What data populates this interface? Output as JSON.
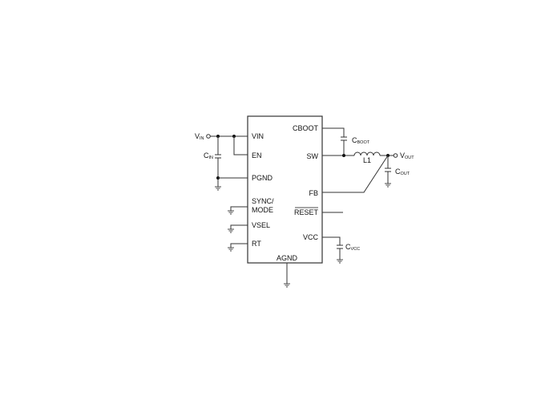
{
  "ic": {
    "pins_left": [
      "VIN",
      "EN",
      "PGND",
      "SYNC/",
      "MODE",
      "VSEL",
      "RT"
    ],
    "pins_right": [
      "CBOOT",
      "SW",
      "FB",
      "RESET",
      "VCC"
    ],
    "pin_bottom": "AGND"
  },
  "components": {
    "vin": {
      "main": "V",
      "sub": "IN"
    },
    "cin": {
      "main": "C",
      "sub": "IN"
    },
    "cboot": {
      "main": "C",
      "sub": "BOOT"
    },
    "inductor": "L1",
    "vout": {
      "main": "V",
      "sub": "OUT"
    },
    "cout": {
      "main": "C",
      "sub": "OUT"
    },
    "cvcc": {
      "main": "C",
      "sub": "VCC"
    }
  }
}
